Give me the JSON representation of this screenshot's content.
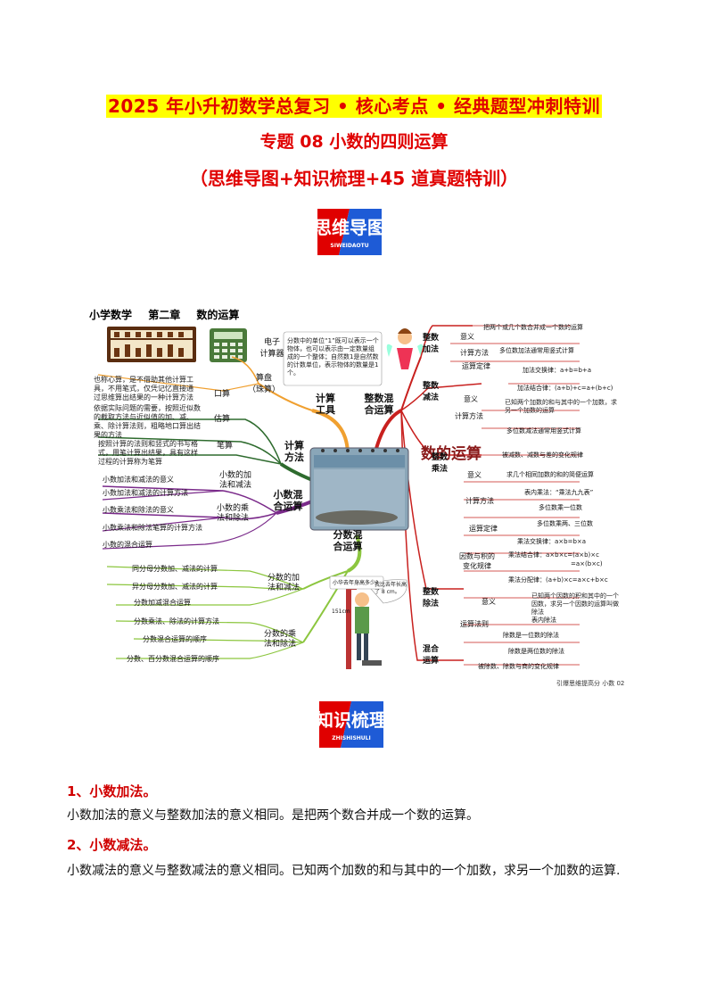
{
  "title": {
    "line1": "2025 年小升初数学总复习 • 核心考点 • 经典题型冲刺特训",
    "line2": "专题 08  小数的四则运算",
    "line3": "（思维导图+知识梳理+45 道真题特训）"
  },
  "badges": {
    "mindmap_main": "思维导图",
    "mindmap_sub": "SIWEIDAOTU",
    "knowledge_main": "知识梳理",
    "knowledge_sub": "ZHISHISHULI"
  },
  "mindmap": {
    "header": [
      "小学数学",
      "第二章",
      "数的运算"
    ],
    "center": "数的运算",
    "nodes": {
      "calc_tools": "计算\n工具",
      "int_mixed": "整数混\n合运算",
      "calc_method": "计算\n方法",
      "dec_mixed": "小数混\n合运算",
      "frac_mixed": "分数混\n合运算",
      "int_add": "整数\n加法",
      "int_sub": "整数\n减法",
      "int_mul": "整数\n乘法",
      "int_div": "整数\n除法",
      "mixed_calc": "混合\n运算"
    },
    "tools": {
      "calculator": "电子\n计算器",
      "abacus": "算盘\n（珠算）",
      "abacus_desc": "也称心算，是不借助其他计算工具，不用笔式，仅凭记忆直接通过思维算出结果的一种计算方法",
      "unit_note": "分数中的单位“1”既可以表示一个物体，也可以表示由一定数量组成的一个整体；自然数1是自然数的计数单位，表示物体的数量是1个。"
    },
    "methods": {
      "mental": "口算",
      "estimate": "估算",
      "estimate_desc": "依据实际问题的需要，按照近似数的截取方法与近似值的加、减、乘、除计算法则，粗略地口算出结果的方法",
      "written": "笔算",
      "written_desc": "按照计算的法则和竖式的书写格式，用笔计算出结果，具有这样过程的计算称为笔算"
    },
    "decimal": {
      "addsub": "小数的加\n法和减法",
      "add_meaning": "小数加法和减法的意义",
      "add_method": "小数加法和减法的计算方法",
      "muldiv": "小数的乘\n法和除法",
      "mul_meaning": "小数乘法和除法的意义",
      "mul_method": "小数乘法和除法笔算的计算方法",
      "mixed": "小数的混合运算"
    },
    "fraction": {
      "addsub": "分数的加\n法和减法",
      "same_den": "同分母分数加、减法的计算",
      "diff_den": "异分母分数加、减法的计算",
      "mixed_addsub": "分数加减混合运算",
      "muldiv": "分数的乘\n法和除法",
      "muldiv_method": "分数乘法、除法的计算方法",
      "mixed_order": "分数混合运算的顺序",
      "frac_dec_order": "分数、百分数混合运算的顺序"
    },
    "right": {
      "meaning1": "意义",
      "add_def": "把两个或几个数合并成一个数的运算",
      "calc_method1": "计算方法",
      "add_method": "多位数加法通常用竖式计算",
      "law": "运算定律",
      "comm": "加法交换律：a+b=b+a",
      "assoc": "加法结合律：(a+b)+c=a+(b+c)",
      "meaning2": "意义",
      "sub_def": "已知两个加数的和与其中的一个加数，求另一个加数的运算",
      "calc_method2": "计算方法",
      "sub_method": "多位数减法通常用竖式计算",
      "sub_change": "被减数、减数与差的变化规律",
      "meaning3": "意义",
      "mul_def": "求几个相同加数的和的简便运算",
      "calc_method3": "计算方法",
      "table_mul": "表内乘法：“乘法九九表”",
      "mul_one": "多位数乘一位数",
      "mul_two": "多位数乘两、三位数",
      "law3": "运算定律",
      "mul_comm": "乘法交换律：a×b=b×a",
      "mul_assoc_a": "乘法结合律：a×b×c=(a×b)×c",
      "mul_assoc_b": "=a×(b×c)",
      "mul_dist": "乘法分配律：(a+b)×c=a×c+b×c",
      "factor": "因数与积的\n变化规律",
      "meaning4": "意义",
      "div_def": "已知两个因数的积和其中的一个因数，求另一个因数的运算叫做除法",
      "law4": "运算法则",
      "div_table": "表内除法",
      "div_one": "除数是一位数的除法",
      "div_two": "除数是两位数的除法",
      "div_change": "被除数、除数与商的变化规律"
    },
    "cartoon": {
      "question": "小华去年身高多少?",
      "speech": "我比去年长高了 8 cm。",
      "height": "151cm"
    },
    "footer": "引爆思维提高分 小数 02"
  },
  "sections": [
    {
      "heading": "1、小数加法。",
      "body": "小数加法的意义与整数加法的意义相同。是把两个数合并成一个数的运算。"
    },
    {
      "heading": "2、小数减法。",
      "body": "小数减法的意义与整数减法的意义相同。已知两个加数的和与其中的一个加数，求另一个加数的运算."
    }
  ]
}
